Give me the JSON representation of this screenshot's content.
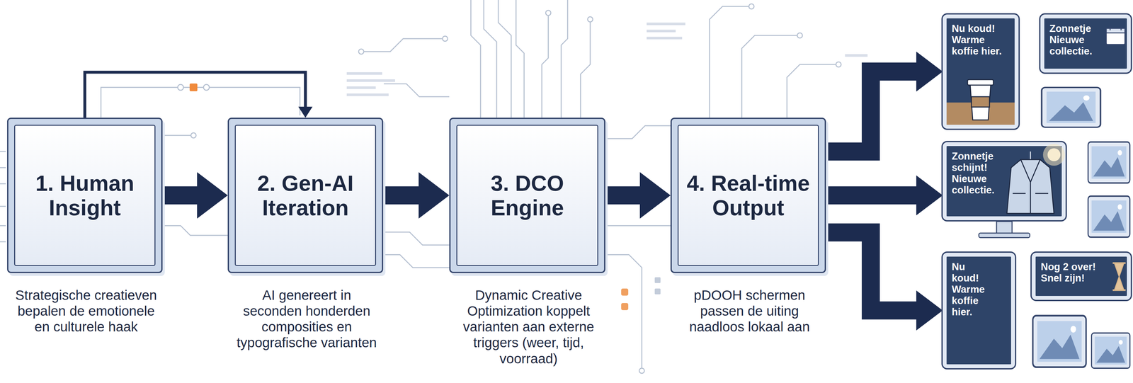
{
  "diagram": {
    "nodes": [
      {
        "text": [
          "1. Human Insight",
          "Strategische creatieven bepalen de emotionele en culturele haak"
        ]
      },
      {
        "text": [
          "2. Gen-AI Iteration",
          "AI genereert in seconden honderden composities en typografische varianten"
        ]
      },
      {
        "text": [
          "3. DCO Engine",
          "Dynamic Creative Optimization koppelt varianten aan externe triggers (weer, tijd, voorraad)"
        ]
      },
      {
        "text": [
          "4. Real-time Output",
          "pDOOH schermen passen de uiting naadloos lokaal aan"
        ]
      },
      {
        "text": [
          "Nu koud! Warme koffie hier."
        ]
      },
      {
        "text": [
          "Zonnetje Nieuwe collectie."
        ]
      },
      {
        "text": [
          "Zonnetje schijnt! Nieuwe collectie."
        ]
      },
      {
        "text": [
          "Nu koud! Warme koffie hier."
        ]
      },
      {
        "text": [
          "Nog 2 over! Snel zijn!"
        ]
      }
    ],
    "edges": [
      {
        "from": 0,
        "to": 1,
        "arrow": "to"
      },
      {
        "from": 0,
        "to": 1,
        "arrow": "to"
      },
      {
        "from": 1,
        "to": 2,
        "arrow": "to"
      },
      {
        "from": 2,
        "to": 3,
        "arrow": "to"
      },
      {
        "from": 3,
        "to": 4,
        "arrow": "to"
      },
      {
        "from": 3,
        "to": 6,
        "arrow": "to"
      },
      {
        "from": 3,
        "to": 7,
        "arrow": "to"
      }
    ]
  }
}
